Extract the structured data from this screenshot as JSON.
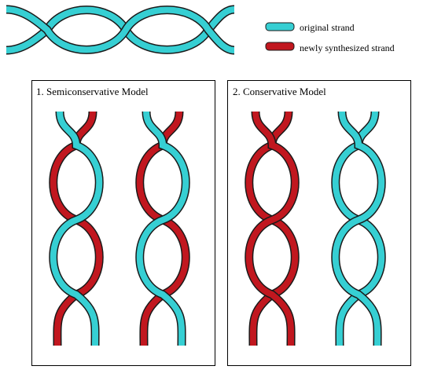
{
  "colors": {
    "original": "#36CFD3",
    "new": "#C1171F",
    "outline": "#1a1a1a"
  },
  "legend": {
    "original_label": "original strand",
    "new_label": "newly synthesized strand"
  },
  "panels": [
    {
      "title": "1. Semiconservative Model",
      "helices": [
        {
          "strand_a": "original",
          "strand_b": "new"
        },
        {
          "strand_a": "original",
          "strand_b": "new"
        }
      ]
    },
    {
      "title": "2. Conservative Model",
      "helices": [
        {
          "strand_a": "new",
          "strand_b": "new"
        },
        {
          "strand_a": "original",
          "strand_b": "original"
        }
      ]
    }
  ]
}
